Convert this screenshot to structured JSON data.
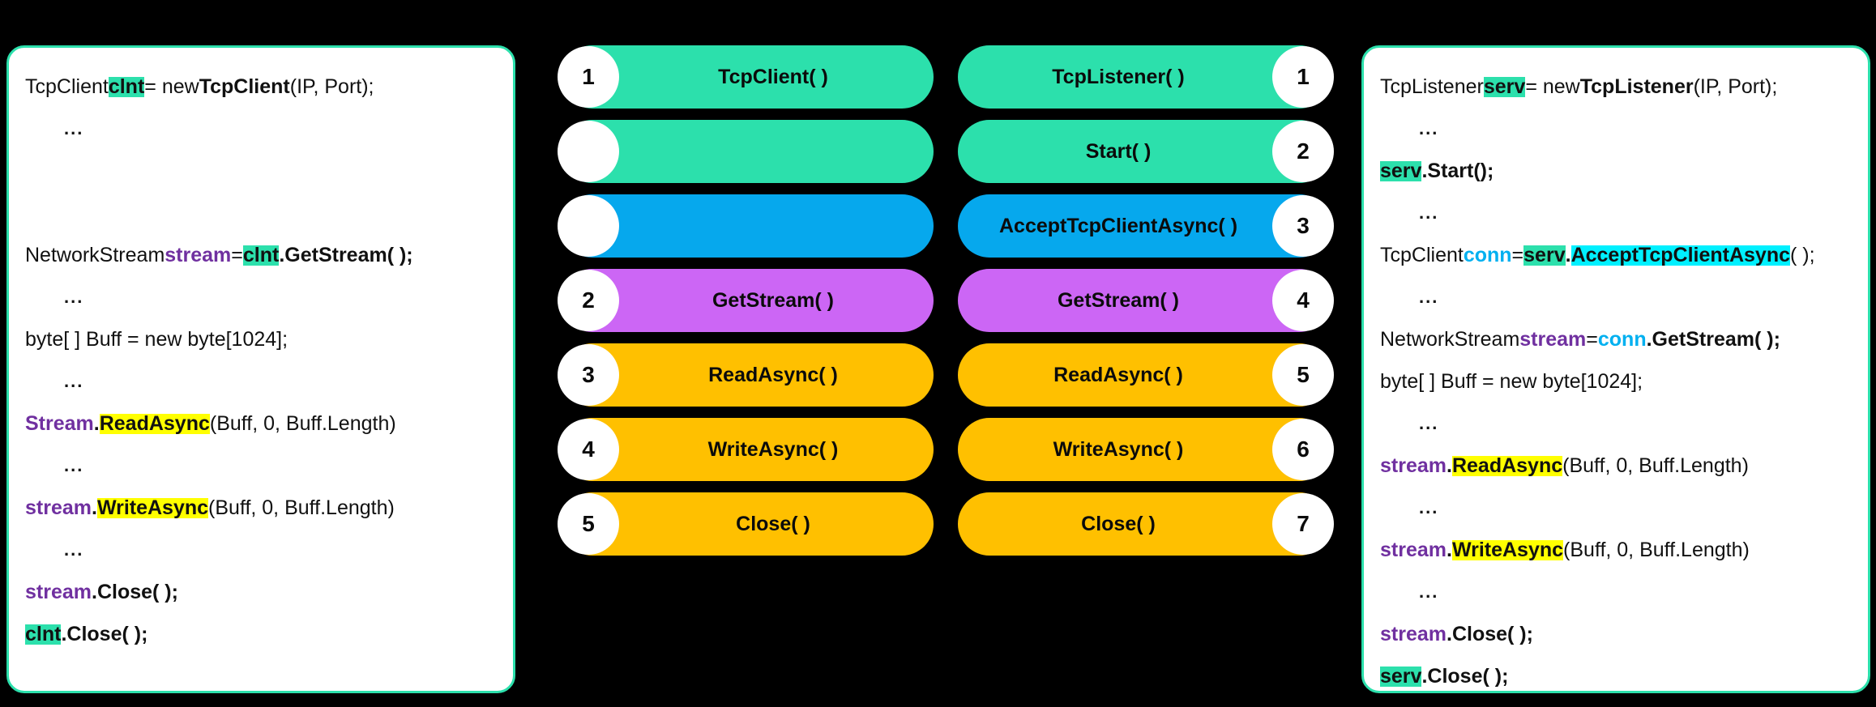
{
  "colors": {
    "background": "#000000",
    "panel_border": "#2CE0AC",
    "panel_fill": "#FFFFFF",
    "teal": "#2CE0AC",
    "blue": "#06A8ED",
    "purple": "#CC66F5",
    "orange": "#FFC000",
    "badge_fill": "#FFFFFF",
    "highlight_green": "#2CE0AC",
    "highlight_yellow": "#FFFF00",
    "highlight_cyan": "#00F0FF",
    "var_purple": "#7030A0",
    "var_cyan": "#00B0F0"
  },
  "client_panel": {
    "lines": [
      {
        "kind": "code",
        "segments": [
          {
            "text": "TcpClient ",
            "style": "plain"
          },
          {
            "text": "clnt",
            "style": "bold-hl-green"
          },
          {
            "text": " = new ",
            "style": "plain"
          },
          {
            "text": "TcpClient",
            "style": "bold"
          },
          {
            "text": " (IP, Port);",
            "style": "plain"
          }
        ]
      },
      {
        "kind": "ellipsis",
        "text": "..."
      },
      {
        "kind": "blank"
      },
      {
        "kind": "blank"
      },
      {
        "kind": "code",
        "segments": [
          {
            "text": "NetworkStream ",
            "style": "plain"
          },
          {
            "text": "stream",
            "style": "purple"
          },
          {
            "text": " = ",
            "style": "plain"
          },
          {
            "text": "clnt",
            "style": "bold-hl-green"
          },
          {
            "text": ".GetStream( );",
            "style": "bold"
          }
        ]
      },
      {
        "kind": "ellipsis",
        "text": "..."
      },
      {
        "kind": "code",
        "segments": [
          {
            "text": "byte[ ] Buff = new byte[1024];",
            "style": "plain"
          }
        ]
      },
      {
        "kind": "ellipsis",
        "text": "..."
      },
      {
        "kind": "code",
        "segments": [
          {
            "text": "Stream",
            "style": "purple"
          },
          {
            "text": ".",
            "style": "bold"
          },
          {
            "text": "ReadAsync",
            "style": "bold-hl-yellow"
          },
          {
            "text": "(Buff, 0, Buff.Length)",
            "style": "plain"
          }
        ]
      },
      {
        "kind": "ellipsis",
        "text": "..."
      },
      {
        "kind": "code",
        "segments": [
          {
            "text": "stream",
            "style": "purple"
          },
          {
            "text": ".",
            "style": "bold"
          },
          {
            "text": "WriteAsync",
            "style": "bold-hl-yellow"
          },
          {
            "text": "(Buff, 0, Buff.Length)",
            "style": "plain"
          }
        ]
      },
      {
        "kind": "ellipsis",
        "text": "..."
      },
      {
        "kind": "code",
        "segments": [
          {
            "text": "stream",
            "style": "purple"
          },
          {
            "text": ".Close( );",
            "style": "bold"
          }
        ]
      },
      {
        "kind": "code",
        "segments": [
          {
            "text": "clnt",
            "style": "bold-hl-green"
          },
          {
            "text": ".Close( );",
            "style": "bold"
          }
        ]
      }
    ]
  },
  "server_panel": {
    "lines": [
      {
        "kind": "code",
        "segments": [
          {
            "text": "TcpListener ",
            "style": "plain"
          },
          {
            "text": "serv",
            "style": "bold-hl-green"
          },
          {
            "text": " = new ",
            "style": "plain"
          },
          {
            "text": "TcpListener",
            "style": "bold"
          },
          {
            "text": "(IP, Port);",
            "style": "plain"
          }
        ]
      },
      {
        "kind": "ellipsis",
        "text": "..."
      },
      {
        "kind": "code",
        "segments": [
          {
            "text": "serv",
            "style": "bold-hl-green"
          },
          {
            "text": ".Start();",
            "style": "bold"
          }
        ]
      },
      {
        "kind": "ellipsis",
        "text": "..."
      },
      {
        "kind": "code",
        "segments": [
          {
            "text": "TcpClient ",
            "style": "plain"
          },
          {
            "text": "conn",
            "style": "cyan"
          },
          {
            "text": " = ",
            "style": "plain"
          },
          {
            "text": "serv",
            "style": "bold-hl-green"
          },
          {
            "text": ". ",
            "style": "bold"
          },
          {
            "text": "AcceptTcpClientAsync",
            "style": "bold-hl-cyan"
          },
          {
            "text": "( );",
            "style": "plain"
          }
        ]
      },
      {
        "kind": "ellipsis",
        "text": "..."
      },
      {
        "kind": "code",
        "segments": [
          {
            "text": "NetworkStream ",
            "style": "plain"
          },
          {
            "text": "stream",
            "style": "purple"
          },
          {
            "text": " = ",
            "style": "plain"
          },
          {
            "text": "conn",
            "style": "cyan"
          },
          {
            "text": ".GetStream( );",
            "style": "bold"
          }
        ]
      },
      {
        "kind": "code",
        "segments": [
          {
            "text": "byte[ ] Buff = new byte[1024];",
            "style": "plain"
          }
        ]
      },
      {
        "kind": "ellipsis",
        "text": "..."
      },
      {
        "kind": "code",
        "segments": [
          {
            "text": "stream",
            "style": "purple"
          },
          {
            "text": ". ",
            "style": "bold"
          },
          {
            "text": "ReadAsync",
            "style": "bold-hl-yellow"
          },
          {
            "text": "(Buff, 0, Buff.Length)",
            "style": "plain"
          }
        ]
      },
      {
        "kind": "ellipsis",
        "text": "..."
      },
      {
        "kind": "code",
        "segments": [
          {
            "text": "stream",
            "style": "purple"
          },
          {
            "text": ". ",
            "style": "bold"
          },
          {
            "text": "WriteAsync",
            "style": "bold-hl-yellow"
          },
          {
            "text": "(Buff, 0, Buff.Length)",
            "style": "plain"
          }
        ]
      },
      {
        "kind": "ellipsis",
        "text": "..."
      },
      {
        "kind": "code",
        "segments": [
          {
            "text": "stream",
            "style": "purple"
          },
          {
            "text": ".Close( );",
            "style": "bold"
          }
        ]
      },
      {
        "kind": "code",
        "segments": [
          {
            "text": "serv",
            "style": "bold-hl-green"
          },
          {
            "text": ".Close( );",
            "style": "bold"
          }
        ]
      }
    ]
  },
  "client_flow": {
    "badge_side": "left",
    "steps": [
      {
        "label": "TcpClient( )",
        "number": "1",
        "color": "#2CE0AC"
      },
      {
        "label": "",
        "number": "",
        "color": "#2CE0AC"
      },
      {
        "label": "",
        "number": "",
        "color": "#06A8ED"
      },
      {
        "label": "GetStream( )",
        "number": "2",
        "color": "#CC66F5"
      },
      {
        "label": "ReadAsync( )",
        "number": "3",
        "color": "#FFC000"
      },
      {
        "label": "WriteAsync( )",
        "number": "4",
        "color": "#FFC000"
      },
      {
        "label": "Close( )",
        "number": "5",
        "color": "#FFC000"
      }
    ]
  },
  "server_flow": {
    "badge_side": "right",
    "steps": [
      {
        "label": "TcpListener( )",
        "number": "1",
        "color": "#2CE0AC"
      },
      {
        "label": "Start( )",
        "number": "2",
        "color": "#2CE0AC"
      },
      {
        "label": "AcceptTcpClientAsync( )",
        "number": "3",
        "color": "#06A8ED"
      },
      {
        "label": "GetStream( )",
        "number": "4",
        "color": "#CC66F5"
      },
      {
        "label": "ReadAsync( )",
        "number": "5",
        "color": "#FFC000"
      },
      {
        "label": "WriteAsync( )",
        "number": "6",
        "color": "#FFC000"
      },
      {
        "label": "Close( )",
        "number": "7",
        "color": "#FFC000"
      }
    ]
  }
}
